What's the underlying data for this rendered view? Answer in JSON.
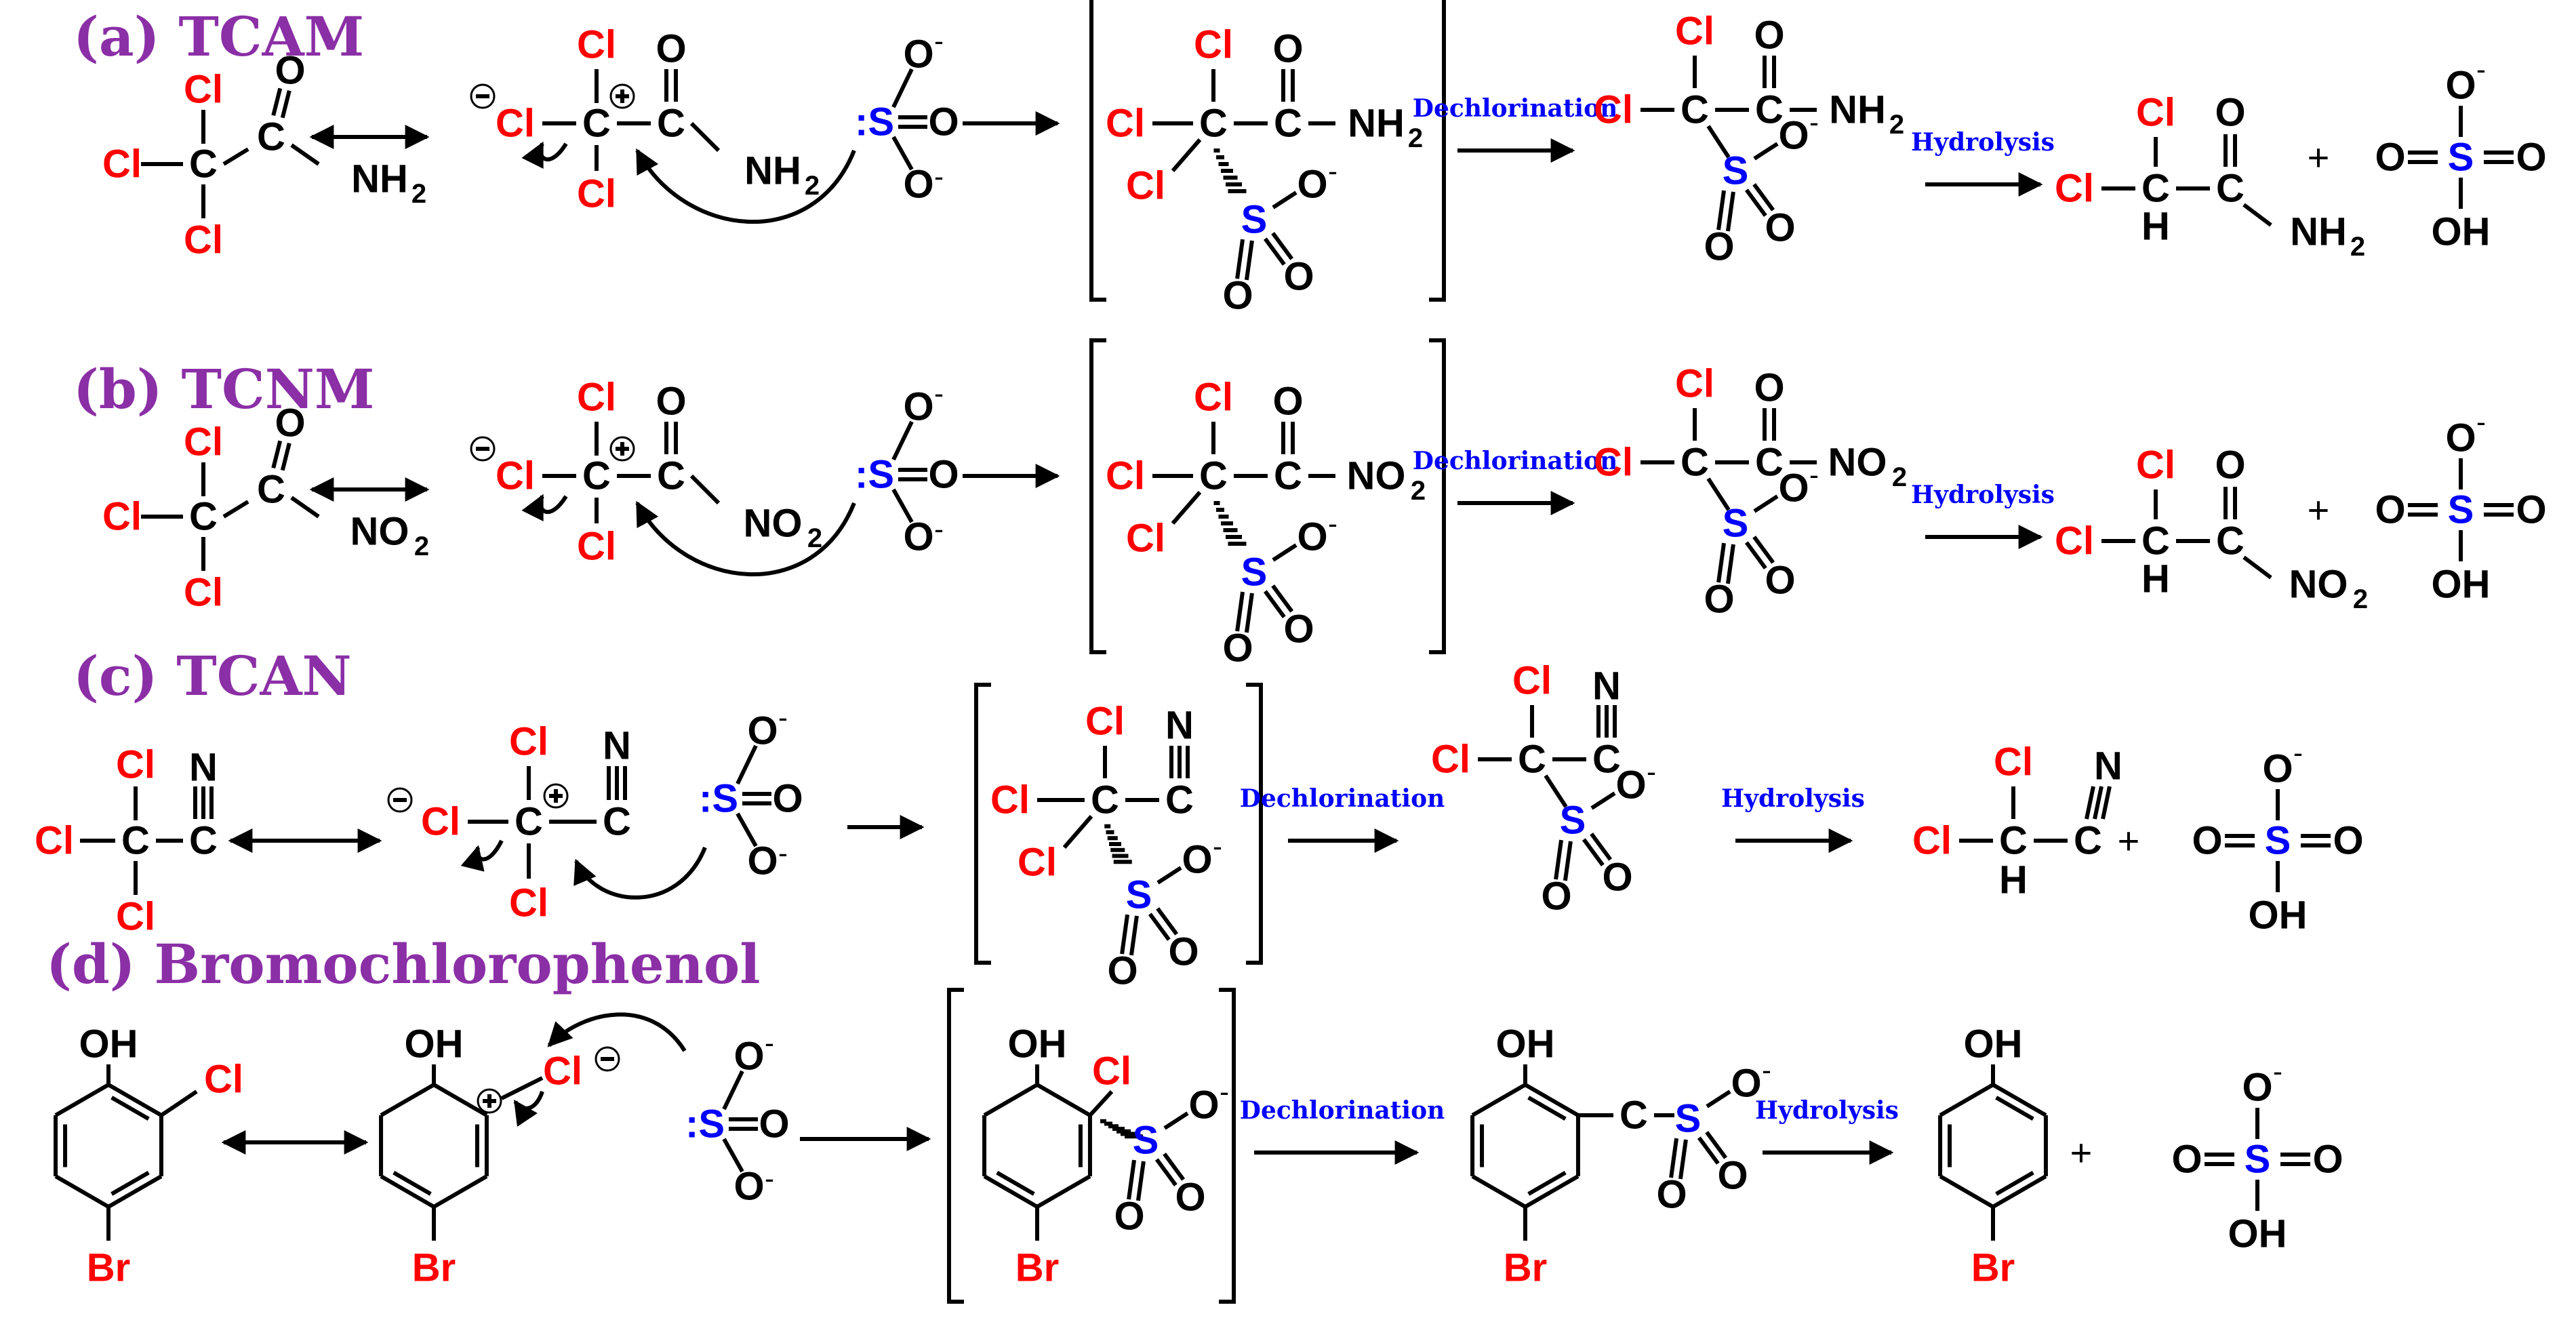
{
  "colors": {
    "label": "#8b2fa6",
    "halogen": "#ff0000",
    "sulfur": "#0000ff",
    "step": "#0000ff",
    "ink": "#000000"
  },
  "atoms": {
    "Cl": "Cl",
    "Br": "Br",
    "S": "S",
    "Scolon": ":S",
    "O": "O",
    "N": "N",
    "H": "H",
    "C": "C",
    "OH": "OH",
    "NH": "NH",
    "NO": "NO",
    "sub2": "2",
    "neg": "-",
    "plus": "+"
  },
  "steps": {
    "dechlorination": "Dechlorination",
    "hydrolysis": "Hydrolysis"
  },
  "rows": [
    {
      "label": "(a) TCAM"
    },
    {
      "label": "(b) TCNM"
    },
    {
      "label": "(c) TCAN"
    },
    {
      "label": "(d) Bromochlorophenol"
    }
  ]
}
